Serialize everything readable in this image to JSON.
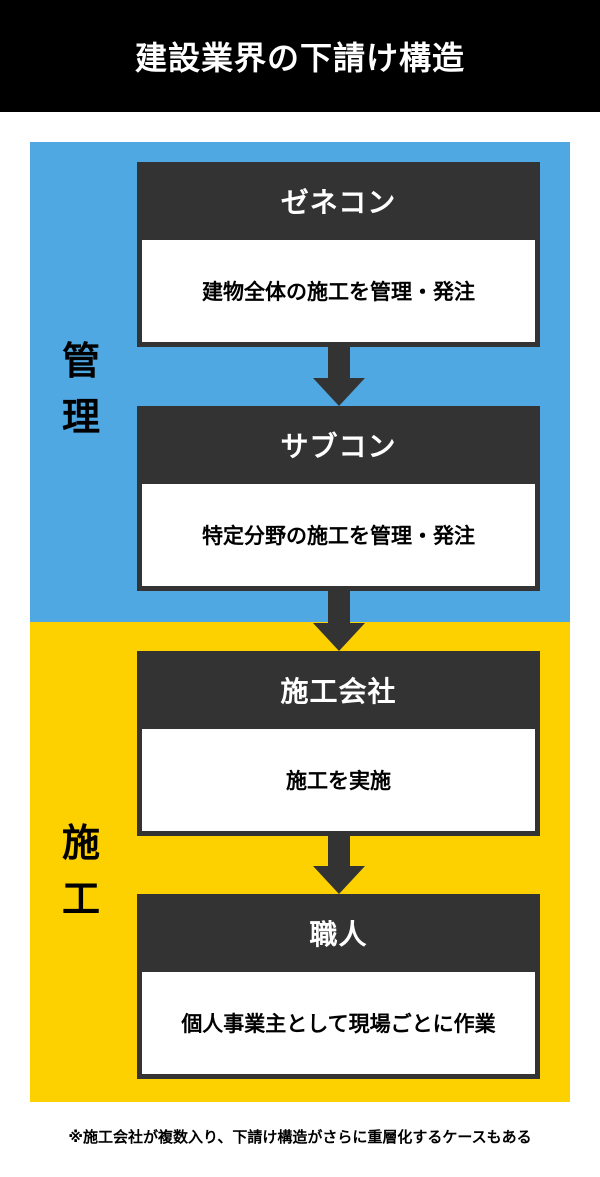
{
  "title": "建設業界の下請け構造",
  "sections": {
    "manage": {
      "label_1": "管",
      "label_2": "理",
      "color": "#4fa8e2"
    },
    "build": {
      "label_1": "施",
      "label_2": "工",
      "color": "#fdd000"
    }
  },
  "levels": [
    {
      "name": "ゼネコン",
      "role": "建物全体の施工を管理・発注"
    },
    {
      "name": "サブコン",
      "role": "特定分野の施工を管理・発注"
    },
    {
      "name": "施工会社",
      "role": "施工を実施"
    },
    {
      "name": "職人",
      "role": "個人事業主として現場ごとに作業"
    }
  ],
  "footnote": "※施工会社が複数入り、下請け構造がさらに重層化するケースもある",
  "colors": {
    "block": "#333333",
    "title_bar": "#000000"
  }
}
